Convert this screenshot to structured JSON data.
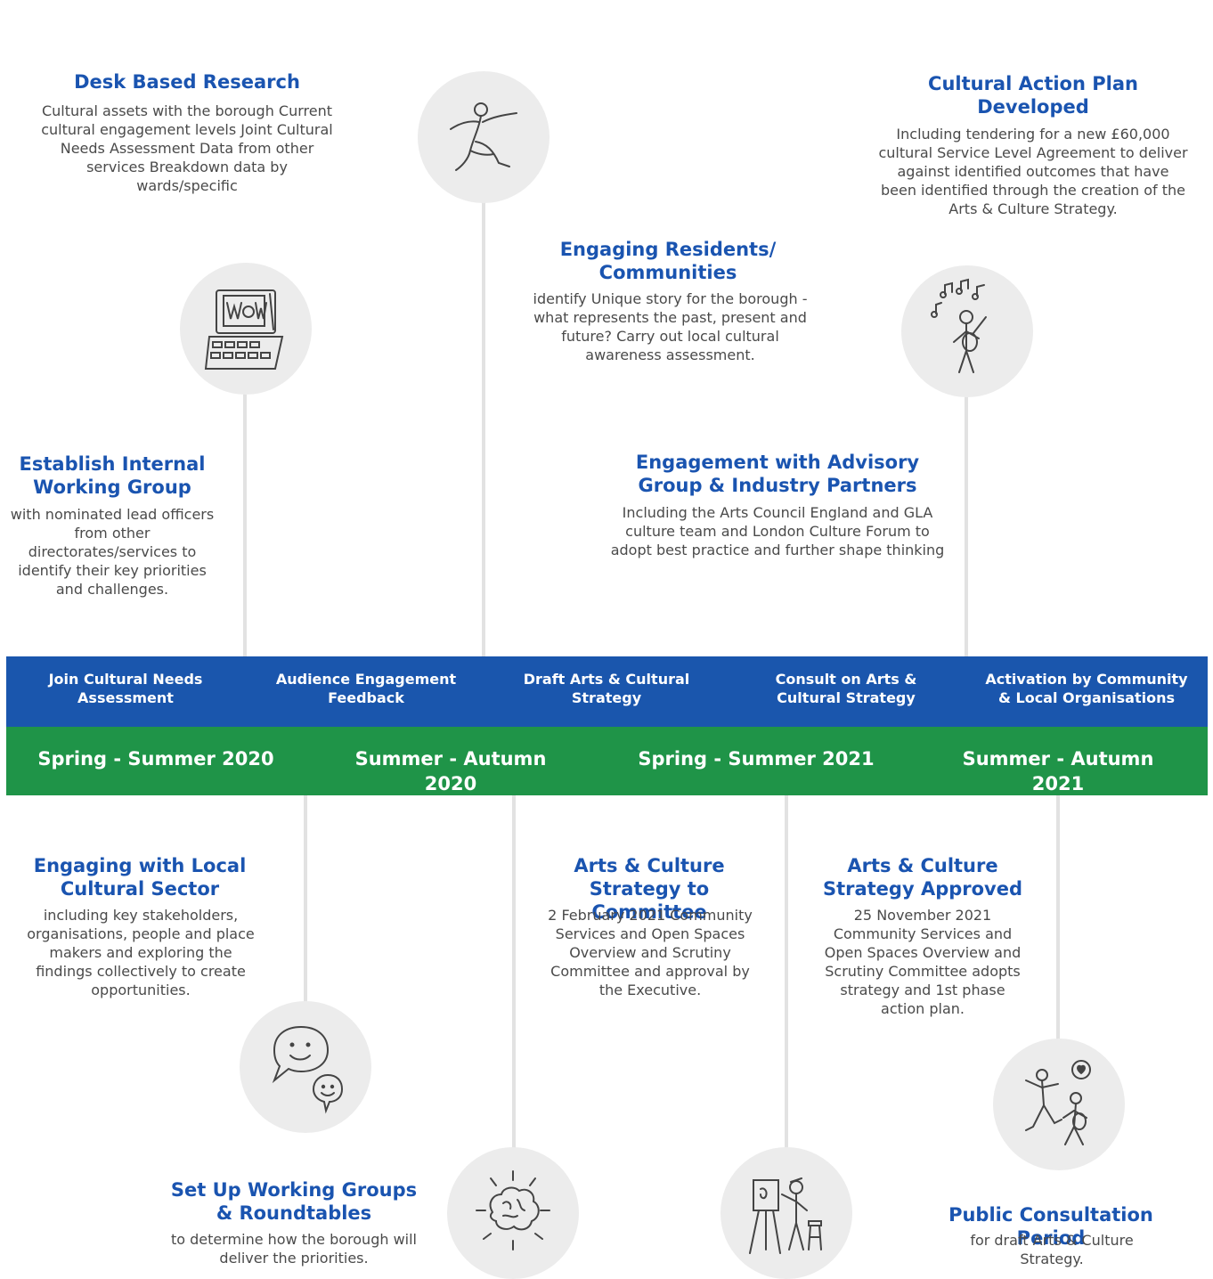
{
  "colors": {
    "title_blue": "#1a54b0",
    "band_blue": "#1a56ad",
    "band_green": "#1f9448",
    "line_grey": "#e2e2e2",
    "icon_bg": "#ececec"
  },
  "top_items": [
    {
      "title": "Desk Based Research",
      "text": "Cultural assets with the borough Current cultural engagement levels Joint Cultural Needs Assessment Data from other services Breakdown data by wards/specific",
      "icon": "dancer-icon"
    },
    {
      "title": "Cultural Action Plan Developed",
      "text": "Including tendering for a new £60,000 cultural Service Level Agreement to deliver against identified outcomes that have been identified through the creation of the Arts & Culture Strategy.",
      "icon": "musician-icon"
    },
    {
      "title": "Engaging Residents/ Communities",
      "text": "identify Unique story for the borough - what represents the past, present and future? Carry out local cultural awareness assessment."
    },
    {
      "title": "Establish Internal Working Group",
      "text": "with nominated lead officers from other directorates/services to identify their key priorities and challenges.",
      "icon": "computer-wow-icon"
    },
    {
      "title": "Engagement with Advisory Group & Industry Partners",
      "text": "Including the Arts Council England and GLA culture team and London Culture Forum to adopt best practice and further shape thinking"
    }
  ],
  "phases": [
    "Join Cultural Needs Assessment",
    "Audience Engagement Feedback",
    "Draft Arts & Cultural Strategy",
    "Consult on Arts & Cultural Strategy",
    "Activation by Community & Local Organisations"
  ],
  "periods": [
    "Spring - Summer 2020",
    "Summer - Autumn 2020",
    "Spring - Summer 2021",
    "Summer - Autumn 2021"
  ],
  "bottom_items": [
    {
      "title": "Engaging with Local Cultural Sector",
      "text": "including key stakeholders, organisations, people and place makers and exploring the findings collectively to create opportunities.",
      "icon": "speech-bubbles-icon"
    },
    {
      "title": "Arts & Culture Strategy to Committee",
      "text": "2 February 2021 Community Services and Open Spaces Overview and Scrutiny Committee and approval by the Executive.",
      "icon": "brain-icon"
    },
    {
      "title": "Arts & Culture Strategy Approved",
      "text": "25 November 2021 Community Services and Open Spaces Overview and Scrutiny Committee adopts strategy and 1st phase action plan.",
      "icon": "painter-icon"
    },
    {
      "title": "Set Up Working Groups & Roundtables",
      "text": "to determine how the borough will deliver the priorities."
    },
    {
      "title": "Public Consultation Period",
      "text": "for draft Arts & Culture Strategy.",
      "icon": "dancing-couple-icon"
    }
  ]
}
